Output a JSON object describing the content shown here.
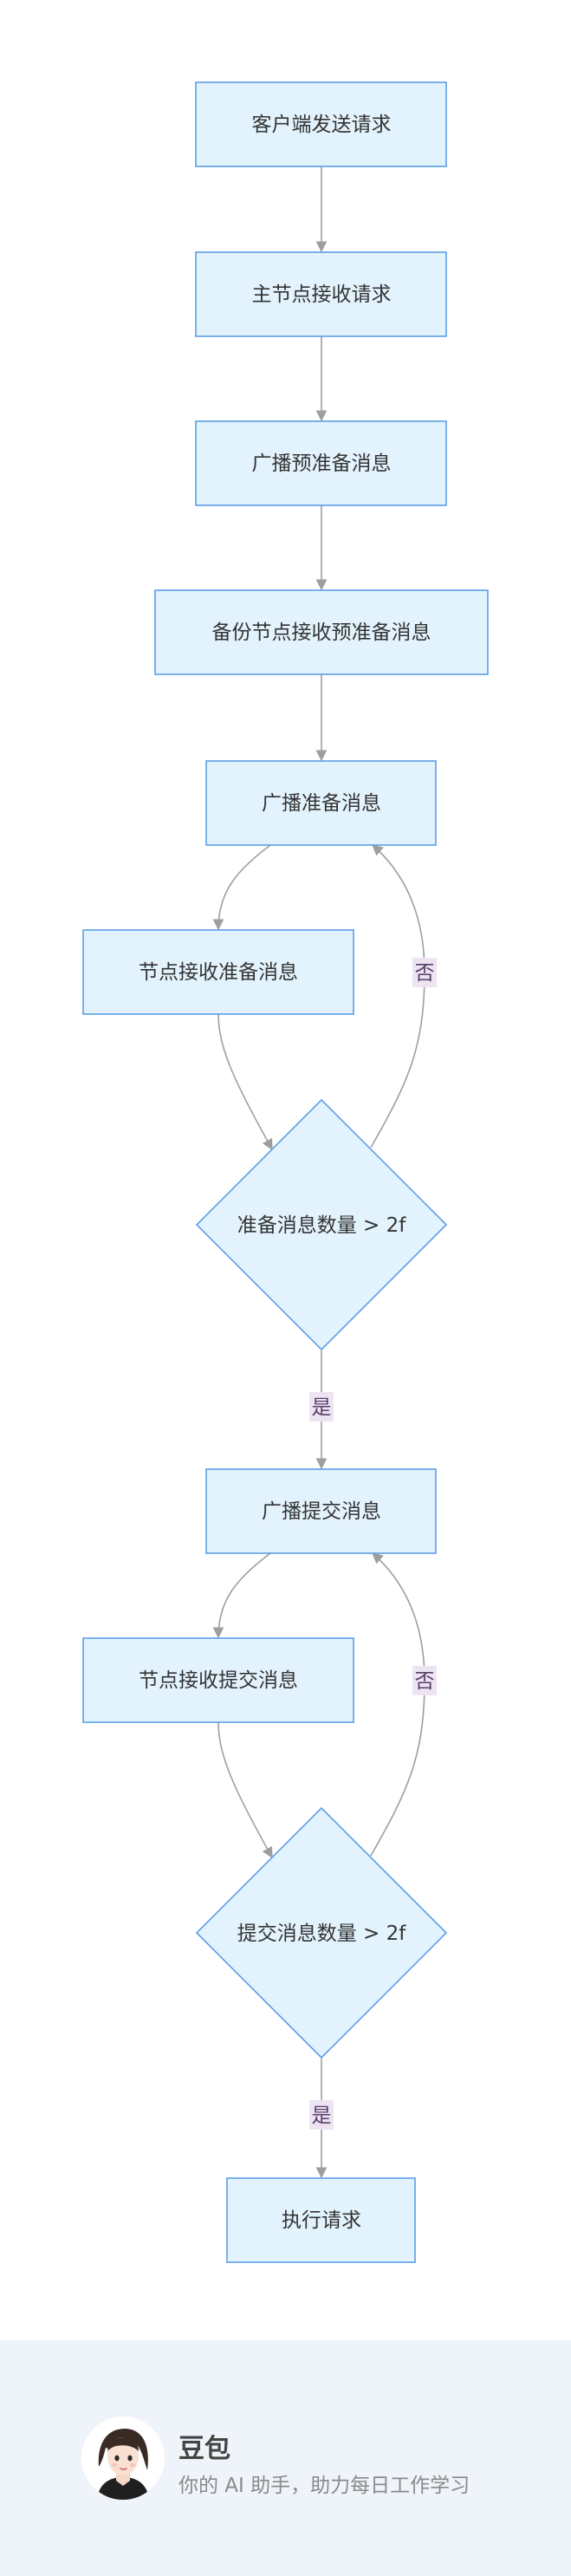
{
  "diagram": {
    "nodes": {
      "client_send": "客户端发送请求",
      "primary_receive": "主节点接收请求",
      "broadcast_preprepare": "广播预准备消息",
      "backup_receive_preprepare": "备份节点接收预准备消息",
      "broadcast_prepare": "广播准备消息",
      "node_receive_prepare": "节点接收准备消息",
      "prepare_check": "准备消息数量 > 2f",
      "broadcast_commit": "广播提交消息",
      "node_receive_commit": "节点接收提交消息",
      "commit_check": "提交消息数量 > 2f",
      "execute": "执行请求"
    },
    "edge_labels": {
      "prepare_no": "否",
      "prepare_yes": "是",
      "commit_no": "否",
      "commit_yes": "是"
    }
  },
  "footer": {
    "brand_name": "豆包",
    "tagline": "你的 AI 助手，助力每日工作学习"
  }
}
